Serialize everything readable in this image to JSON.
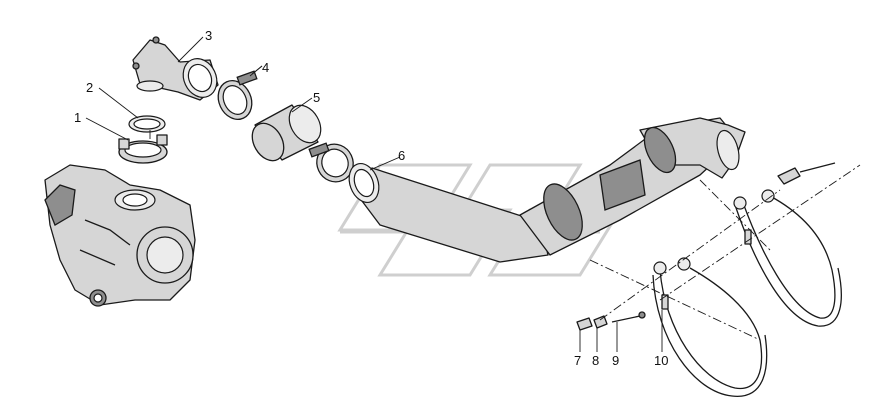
{
  "diagram": {
    "callouts": [
      {
        "id": "1",
        "label": "1"
      },
      {
        "id": "2",
        "label": "2"
      },
      {
        "id": "3",
        "label": "3"
      },
      {
        "id": "4",
        "label": "4"
      },
      {
        "id": "5",
        "label": "5"
      },
      {
        "id": "6",
        "label": "6"
      },
      {
        "id": "7",
        "label": "7"
      },
      {
        "id": "8",
        "label": "8"
      },
      {
        "id": "9",
        "label": "9"
      },
      {
        "id": "10",
        "label": "10"
      }
    ]
  },
  "colors": {
    "line": "#1a1a1a",
    "part_fill": "#d6d6d6",
    "watermark": "#cfcfcf"
  }
}
